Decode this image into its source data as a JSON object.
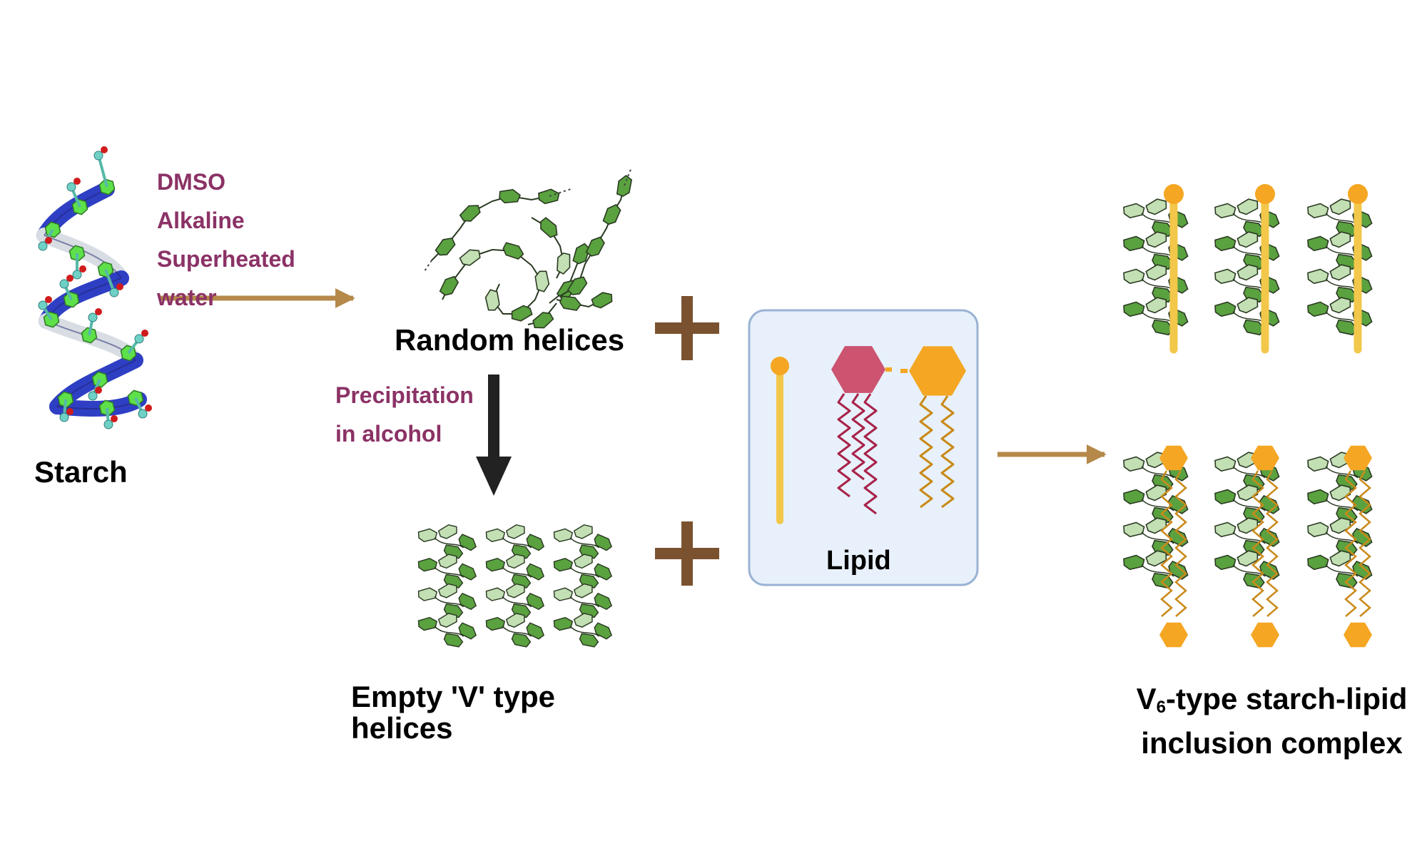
{
  "labels": {
    "starch": "Starch",
    "random_helices": "Random helices",
    "empty_v_line1": "Empty 'V' type",
    "empty_v_line2": "helices",
    "lipid": "Lipid",
    "complex_line1_prefix": "V",
    "complex_line1_sub": "6",
    "complex_line1_suffix": "-type starch-lipid",
    "complex_line2": "inclusion complex"
  },
  "conditions": {
    "dissolution": [
      "DMSO",
      "Alkaline",
      "Superheated",
      "water"
    ],
    "precipitation": [
      "Precipitation",
      "in alcohol"
    ]
  },
  "colors": {
    "condition_text": "#8b3266",
    "process_arrow": "#b5894a",
    "plus_sign": "#7a5230",
    "down_arrow": "#222222",
    "glucose_dark": "#5aa13f",
    "glucose_light": "#c3dfb4",
    "lipid_yellow": "#f2c74a",
    "lipid_orange": "#f5a623",
    "lipid_red": "#cc5470",
    "lipid_box_fill": "#e8f1fb",
    "lipid_box_border": "#9ab2d4",
    "starch_blue": "#2f3fc4"
  }
}
